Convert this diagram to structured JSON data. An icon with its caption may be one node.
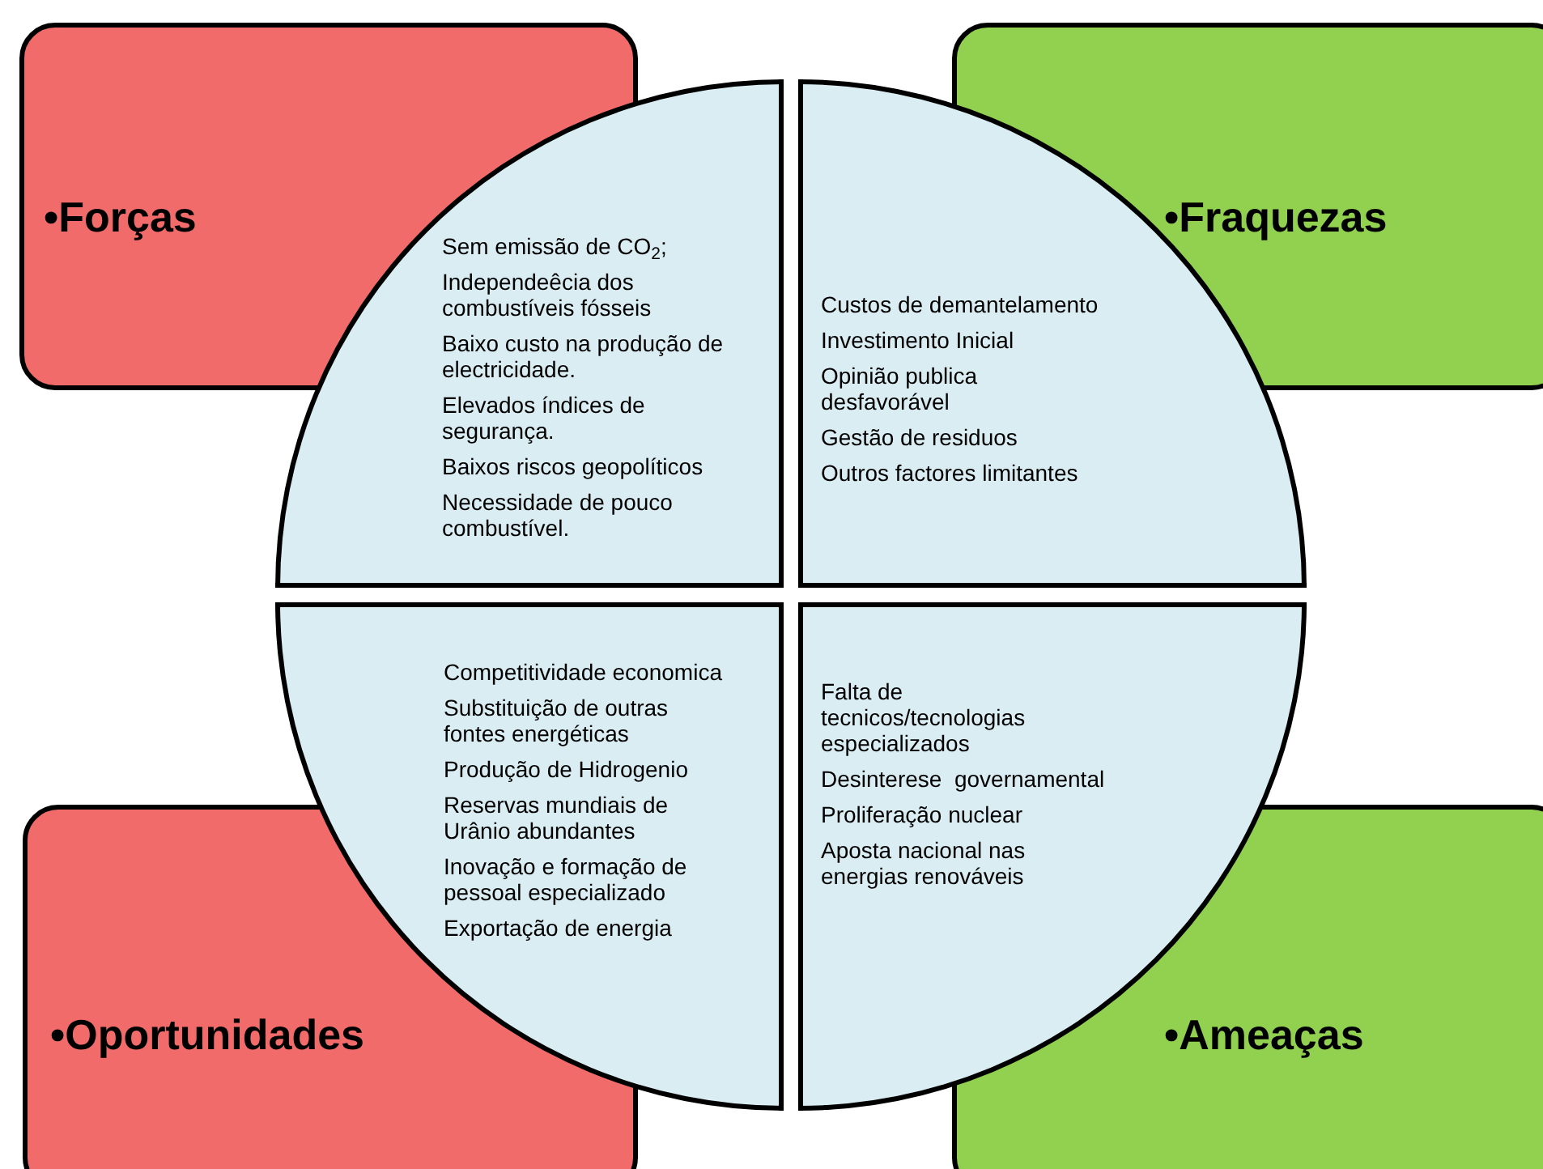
{
  "diagram": {
    "nodes": [
      {
        "text": [
          "•Forças"
        ]
      },
      {
        "text": [
          "Sem emissão de CO$_{2}$;",
          "Independeêcia dos combustíveis fósseis",
          "Baixo custo na produção de electricidade.",
          "Elevados índices de segurança.",
          "Baixos riscos geopolíticos",
          "Necessidade de pouco combustível."
        ]
      },
      {
        "text": [
          "•Fraquezas"
        ]
      },
      {
        "text": [
          "Custos de demantelamento",
          "Investimento Inicial",
          "Opinião publica desfavorável",
          "Gestão de residuos",
          "Outros factores limitantes"
        ]
      },
      {
        "text": [
          "Competitividade economica",
          "Substituição de outras fontes energéticas",
          "Produção de Hidrogenio",
          "Reservas mundiais de Urânio abundantes",
          "Inovação e formação de pessoal especializado",
          "Exportação de energia"
        ]
      },
      {
        "text": [
          "•Oportunidades"
        ]
      },
      {
        "text": [
          "Falta de tecnicos/tecnologias especializados",
          "Desinterese  governamental",
          "Proliferação nuclear",
          "Aposta nacional nas energias renováveis"
        ]
      },
      {
        "text": [
          "•Ameaças"
        ]
      }
    ]
  }
}
